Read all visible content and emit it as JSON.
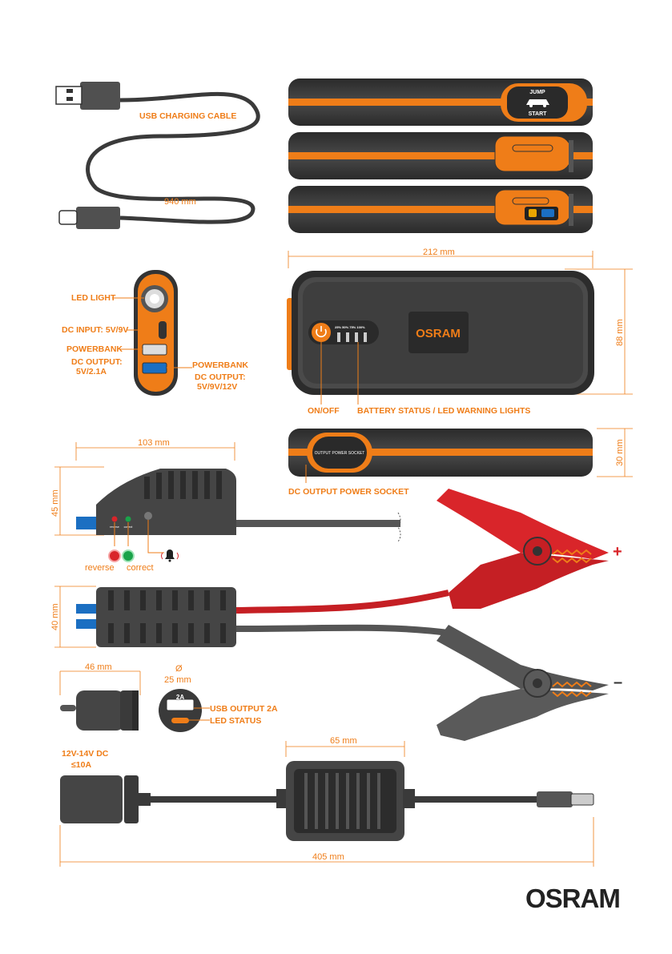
{
  "labels": {
    "usb_cable": "USB CHARGING CABLE",
    "usb_cable_len": "940 mm",
    "jump": "JUMP",
    "start": "START",
    "led_light": "LED LIGHT",
    "dc_input": "DC INPUT: 5V/9V",
    "powerbank_left": "POWERBANK",
    "dc_output_left_1": "DC OUTPUT:",
    "dc_output_left_2": "5V/2.1A",
    "powerbank_right": "POWERBANK",
    "dc_output_right_1": "DC OUTPUT:",
    "dc_output_right_2": "5V/9V/12V",
    "width_212": "212 mm",
    "height_88": "88 mm",
    "logo_device": "OSRAM",
    "battery_pcts": "25% 50% 75% 100%",
    "on_off": "ON/OFF",
    "battery_status": "BATTERY STATUS / LED WARNING LIGHTS",
    "socket_text": "OUTPUT POWER SOCKET",
    "depth_30": "30 mm",
    "dc_output_socket": "DC OUTPUT POWER SOCKET",
    "clamp_len_103": "103 mm",
    "clamp_h_45": "45 mm",
    "reverse_small": "reverse",
    "correct_small": "correct",
    "reverse": "reverse",
    "correct": "correct",
    "plus": "+",
    "minus": "–",
    "clamp_h_40": "40 mm",
    "plug_46": "46 mm",
    "dia_sym": "Ø",
    "dia_25": "25 mm",
    "usb_2a": "2A",
    "usb_output": "USB OUTPUT 2A",
    "led_status": "LED STATUS",
    "cig_v": "12V-14V DC",
    "cig_a": "≤10A",
    "adapter_65": "65 mm",
    "total_405": "405 mm",
    "brand": "OSRAM"
  },
  "colors": {
    "accent": "#ef7d18",
    "dark": "#3a3a3a",
    "red": "#d9252a",
    "grey_clamp": "#5a5a5a"
  }
}
